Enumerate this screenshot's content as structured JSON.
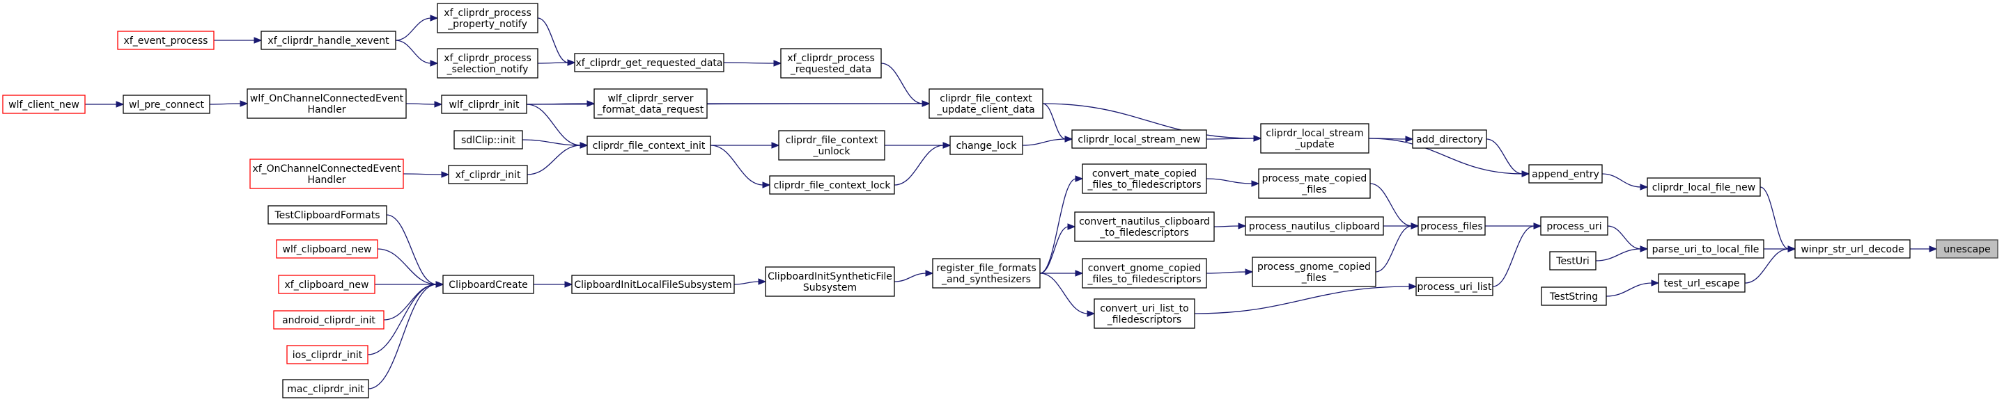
{
  "graph": {
    "nodes": [
      {
        "id": "unescape",
        "lines": [
          "unescape"
        ],
        "style": "root"
      },
      {
        "id": "winpr_str_url_decode",
        "lines": [
          "winpr_str_url_decode"
        ],
        "style": "normal"
      },
      {
        "id": "cliprdr_local_file_new",
        "lines": [
          "cliprdr_local_file_new"
        ],
        "style": "normal"
      },
      {
        "id": "parse_uri_to_local_file",
        "lines": [
          "parse_uri_to_local_file"
        ],
        "style": "normal"
      },
      {
        "id": "test_url_escape",
        "lines": [
          "test_url_escape"
        ],
        "style": "normal"
      },
      {
        "id": "append_entry",
        "lines": [
          "append_entry"
        ],
        "style": "normal"
      },
      {
        "id": "process_uri",
        "lines": [
          "process_uri"
        ],
        "style": "normal"
      },
      {
        "id": "TestUri",
        "lines": [
          "TestUri"
        ],
        "style": "normal"
      },
      {
        "id": "TestString",
        "lines": [
          "TestString"
        ],
        "style": "normal"
      },
      {
        "id": "add_directory",
        "lines": [
          "add_directory"
        ],
        "style": "normal"
      },
      {
        "id": "cliprdr_local_stream_update",
        "lines": [
          "cliprdr_local_stream",
          "_update"
        ],
        "style": "normal"
      },
      {
        "id": "process_files",
        "lines": [
          "process_files"
        ],
        "style": "normal"
      },
      {
        "id": "process_uri_list",
        "lines": [
          "process_uri_list"
        ],
        "style": "normal"
      },
      {
        "id": "cliprdr_file_context_update_client_data",
        "lines": [
          "cliprdr_file_context",
          "_update_client_data"
        ],
        "style": "normal"
      },
      {
        "id": "cliprdr_local_stream_new",
        "lines": [
          "cliprdr_local_stream_new"
        ],
        "style": "normal"
      },
      {
        "id": "process_mate_copied_files",
        "lines": [
          "process_mate_copied",
          "_files"
        ],
        "style": "normal"
      },
      {
        "id": "process_nautilus_clipboard",
        "lines": [
          "process_nautilus_clipboard"
        ],
        "style": "normal"
      },
      {
        "id": "process_gnome_copied_files",
        "lines": [
          "process_gnome_copied",
          "_files"
        ],
        "style": "normal"
      },
      {
        "id": "convert_uri_list_to_filedescriptors",
        "lines": [
          "convert_uri_list_to",
          "_filedescriptors"
        ],
        "style": "normal"
      },
      {
        "id": "xf_cliprdr_process_requested_data",
        "lines": [
          "xf_cliprdr_process",
          "_requested_data"
        ],
        "style": "normal"
      },
      {
        "id": "wlf_cliprdr_server_format_data_request",
        "lines": [
          "wlf_cliprdr_server",
          "_format_data_request"
        ],
        "style": "normal"
      },
      {
        "id": "change_lock",
        "lines": [
          "change_lock"
        ],
        "style": "normal"
      },
      {
        "id": "convert_mate_copied_files_to_filedescriptors",
        "lines": [
          "convert_mate_copied",
          "_files_to_filedescriptors"
        ],
        "style": "normal"
      },
      {
        "id": "convert_nautilus_clipboard_to_filedescriptors",
        "lines": [
          "convert_nautilus_clipboard",
          "_to_filedescriptors"
        ],
        "style": "normal"
      },
      {
        "id": "convert_gnome_copied_files_to_filedescriptors",
        "lines": [
          "convert_gnome_copied",
          "_files_to_filedescriptors"
        ],
        "style": "normal"
      },
      {
        "id": "register_file_formats_and_synthesizers",
        "lines": [
          "register_file_formats",
          "_and_synthesizers"
        ],
        "style": "normal"
      },
      {
        "id": "xf_cliprdr_get_requested_data",
        "lines": [
          "xf_cliprdr_get_requested_data"
        ],
        "style": "normal"
      },
      {
        "id": "cliprdr_file_context_unlock",
        "lines": [
          "cliprdr_file_context",
          "_unlock"
        ],
        "style": "normal"
      },
      {
        "id": "cliprdr_file_context_lock",
        "lines": [
          "cliprdr_file_context_lock"
        ],
        "style": "normal"
      },
      {
        "id": "ClipboardInitSyntheticFileSubsystem",
        "lines": [
          "ClipboardInitSyntheticFile",
          "Subsystem"
        ],
        "style": "normal"
      },
      {
        "id": "xf_cliprdr_process_property_notify",
        "lines": [
          "xf_cliprdr_process",
          "_property_notify"
        ],
        "style": "normal"
      },
      {
        "id": "xf_cliprdr_process_selection_notify",
        "lines": [
          "xf_cliprdr_process",
          "_selection_notify"
        ],
        "style": "normal"
      },
      {
        "id": "cliprdr_file_context_init",
        "lines": [
          "cliprdr_file_context_init"
        ],
        "style": "normal"
      },
      {
        "id": "ClipboardInitLocalFileSubsystem",
        "lines": [
          "ClipboardInitLocalFileSubsystem"
        ],
        "style": "normal"
      },
      {
        "id": "xf_cliprdr_handle_xevent",
        "lines": [
          "xf_cliprdr_handle_xevent"
        ],
        "style": "normal"
      },
      {
        "id": "wlf_cliprdr_init",
        "lines": [
          "wlf_cliprdr_init"
        ],
        "style": "normal"
      },
      {
        "id": "sdlClip_init",
        "lines": [
          "sdlClip::init"
        ],
        "style": "normal"
      },
      {
        "id": "xf_cliprdr_init",
        "lines": [
          "xf_cliprdr_init"
        ],
        "style": "normal"
      },
      {
        "id": "ClipboardCreate",
        "lines": [
          "ClipboardCreate"
        ],
        "style": "normal"
      },
      {
        "id": "xf_event_process",
        "lines": [
          "xf_event_process"
        ],
        "style": "partial"
      },
      {
        "id": "wlf_OnChannelConnectedEventHandler",
        "lines": [
          "wlf_OnChannelConnectedEvent",
          "Handler"
        ],
        "style": "normal"
      },
      {
        "id": "xf_OnChannelConnectedEventHandler",
        "lines": [
          "xf_OnChannelConnectedEvent",
          "Handler"
        ],
        "style": "partial"
      },
      {
        "id": "TestClipboardFormats",
        "lines": [
          "TestClipboardFormats"
        ],
        "style": "normal"
      },
      {
        "id": "wlf_clipboard_new",
        "lines": [
          "wlf_clipboard_new"
        ],
        "style": "partial"
      },
      {
        "id": "xf_clipboard_new",
        "lines": [
          "xf_clipboard_new"
        ],
        "style": "partial"
      },
      {
        "id": "android_cliprdr_init",
        "lines": [
          "android_cliprdr_init"
        ],
        "style": "partial"
      },
      {
        "id": "ios_cliprdr_init",
        "lines": [
          "ios_cliprdr_init"
        ],
        "style": "partial"
      },
      {
        "id": "mac_cliprdr_init",
        "lines": [
          "mac_cliprdr_init"
        ],
        "style": "normal"
      },
      {
        "id": "wl_pre_connect",
        "lines": [
          "wl_pre_connect"
        ],
        "style": "normal"
      },
      {
        "id": "wlf_client_new",
        "lines": [
          "wlf_client_new"
        ],
        "style": "partial"
      }
    ],
    "edges": [
      [
        "winpr_str_url_decode",
        "unescape"
      ],
      [
        "cliprdr_local_file_new",
        "winpr_str_url_decode"
      ],
      [
        "parse_uri_to_local_file",
        "winpr_str_url_decode"
      ],
      [
        "test_url_escape",
        "winpr_str_url_decode"
      ],
      [
        "append_entry",
        "cliprdr_local_file_new"
      ],
      [
        "process_uri",
        "parse_uri_to_local_file"
      ],
      [
        "TestUri",
        "parse_uri_to_local_file"
      ],
      [
        "TestString",
        "test_url_escape"
      ],
      [
        "add_directory",
        "append_entry"
      ],
      [
        "cliprdr_local_stream_update",
        "append_entry"
      ],
      [
        "process_files",
        "process_uri"
      ],
      [
        "process_uri_list",
        "process_uri"
      ],
      [
        "cliprdr_local_stream_update",
        "add_directory"
      ],
      [
        "cliprdr_file_context_update_client_data",
        "cliprdr_local_stream_update"
      ],
      [
        "cliprdr_local_stream_new",
        "cliprdr_local_stream_update"
      ],
      [
        "process_mate_copied_files",
        "process_files"
      ],
      [
        "process_nautilus_clipboard",
        "process_files"
      ],
      [
        "process_gnome_copied_files",
        "process_files"
      ],
      [
        "convert_uri_list_to_filedescriptors",
        "process_uri_list"
      ],
      [
        "xf_cliprdr_process_requested_data",
        "cliprdr_file_context_update_client_data"
      ],
      [
        "wlf_cliprdr_server_format_data_request",
        "cliprdr_file_context_update_client_data"
      ],
      [
        "wlf_cliprdr_init",
        "cliprdr_file_context_update_client_data"
      ],
      [
        "cliprdr_file_context_update_client_data",
        "cliprdr_local_stream_new"
      ],
      [
        "change_lock",
        "cliprdr_local_stream_new"
      ],
      [
        "convert_mate_copied_files_to_filedescriptors",
        "process_mate_copied_files"
      ],
      [
        "convert_nautilus_clipboard_to_filedescriptors",
        "process_nautilus_clipboard"
      ],
      [
        "convert_gnome_copied_files_to_filedescriptors",
        "process_gnome_copied_files"
      ],
      [
        "register_file_formats_and_synthesizers",
        "convert_uri_list_to_filedescriptors"
      ],
      [
        "xf_cliprdr_get_requested_data",
        "xf_cliprdr_process_requested_data"
      ],
      [
        "wlf_cliprdr_init",
        "wlf_cliprdr_server_format_data_request"
      ],
      [
        "cliprdr_file_context_unlock",
        "change_lock"
      ],
      [
        "cliprdr_file_context_lock",
        "change_lock"
      ],
      [
        "register_file_formats_and_synthesizers",
        "convert_mate_copied_files_to_filedescriptors"
      ],
      [
        "register_file_formats_and_synthesizers",
        "convert_nautilus_clipboard_to_filedescriptors"
      ],
      [
        "register_file_formats_and_synthesizers",
        "convert_gnome_copied_files_to_filedescriptors"
      ],
      [
        "ClipboardInitSyntheticFileSubsystem",
        "register_file_formats_and_synthesizers"
      ],
      [
        "xf_cliprdr_process_property_notify",
        "xf_cliprdr_get_requested_data"
      ],
      [
        "xf_cliprdr_process_selection_notify",
        "xf_cliprdr_get_requested_data"
      ],
      [
        "cliprdr_file_context_init",
        "cliprdr_file_context_unlock"
      ],
      [
        "cliprdr_file_context_init",
        "cliprdr_file_context_lock"
      ],
      [
        "ClipboardInitLocalFileSubsystem",
        "ClipboardInitSyntheticFileSubsystem"
      ],
      [
        "xf_cliprdr_handle_xevent",
        "xf_cliprdr_process_property_notify"
      ],
      [
        "xf_cliprdr_handle_xevent",
        "xf_cliprdr_process_selection_notify"
      ],
      [
        "wlf_cliprdr_init",
        "cliprdr_file_context_init"
      ],
      [
        "sdlClip_init",
        "cliprdr_file_context_init"
      ],
      [
        "xf_cliprdr_init",
        "cliprdr_file_context_init"
      ],
      [
        "ClipboardCreate",
        "ClipboardInitLocalFileSubsystem"
      ],
      [
        "xf_event_process",
        "xf_cliprdr_handle_xevent"
      ],
      [
        "wlf_OnChannelConnectedEventHandler",
        "wlf_cliprdr_init"
      ],
      [
        "xf_OnChannelConnectedEventHandler",
        "xf_cliprdr_init"
      ],
      [
        "TestClipboardFormats",
        "ClipboardCreate"
      ],
      [
        "wlf_clipboard_new",
        "ClipboardCreate"
      ],
      [
        "xf_clipboard_new",
        "ClipboardCreate"
      ],
      [
        "android_cliprdr_init",
        "ClipboardCreate"
      ],
      [
        "ios_cliprdr_init",
        "ClipboardCreate"
      ],
      [
        "mac_cliprdr_init",
        "ClipboardCreate"
      ],
      [
        "wl_pre_connect",
        "wlf_OnChannelConnectedEventHandler"
      ],
      [
        "wlf_client_new",
        "wl_pre_connect"
      ]
    ],
    "colors": {
      "edge": "#191970",
      "node_border": "#000000",
      "partial_border": "#ff0000",
      "root_fill": "#bfbfbf",
      "root_border": "#404040"
    }
  }
}
